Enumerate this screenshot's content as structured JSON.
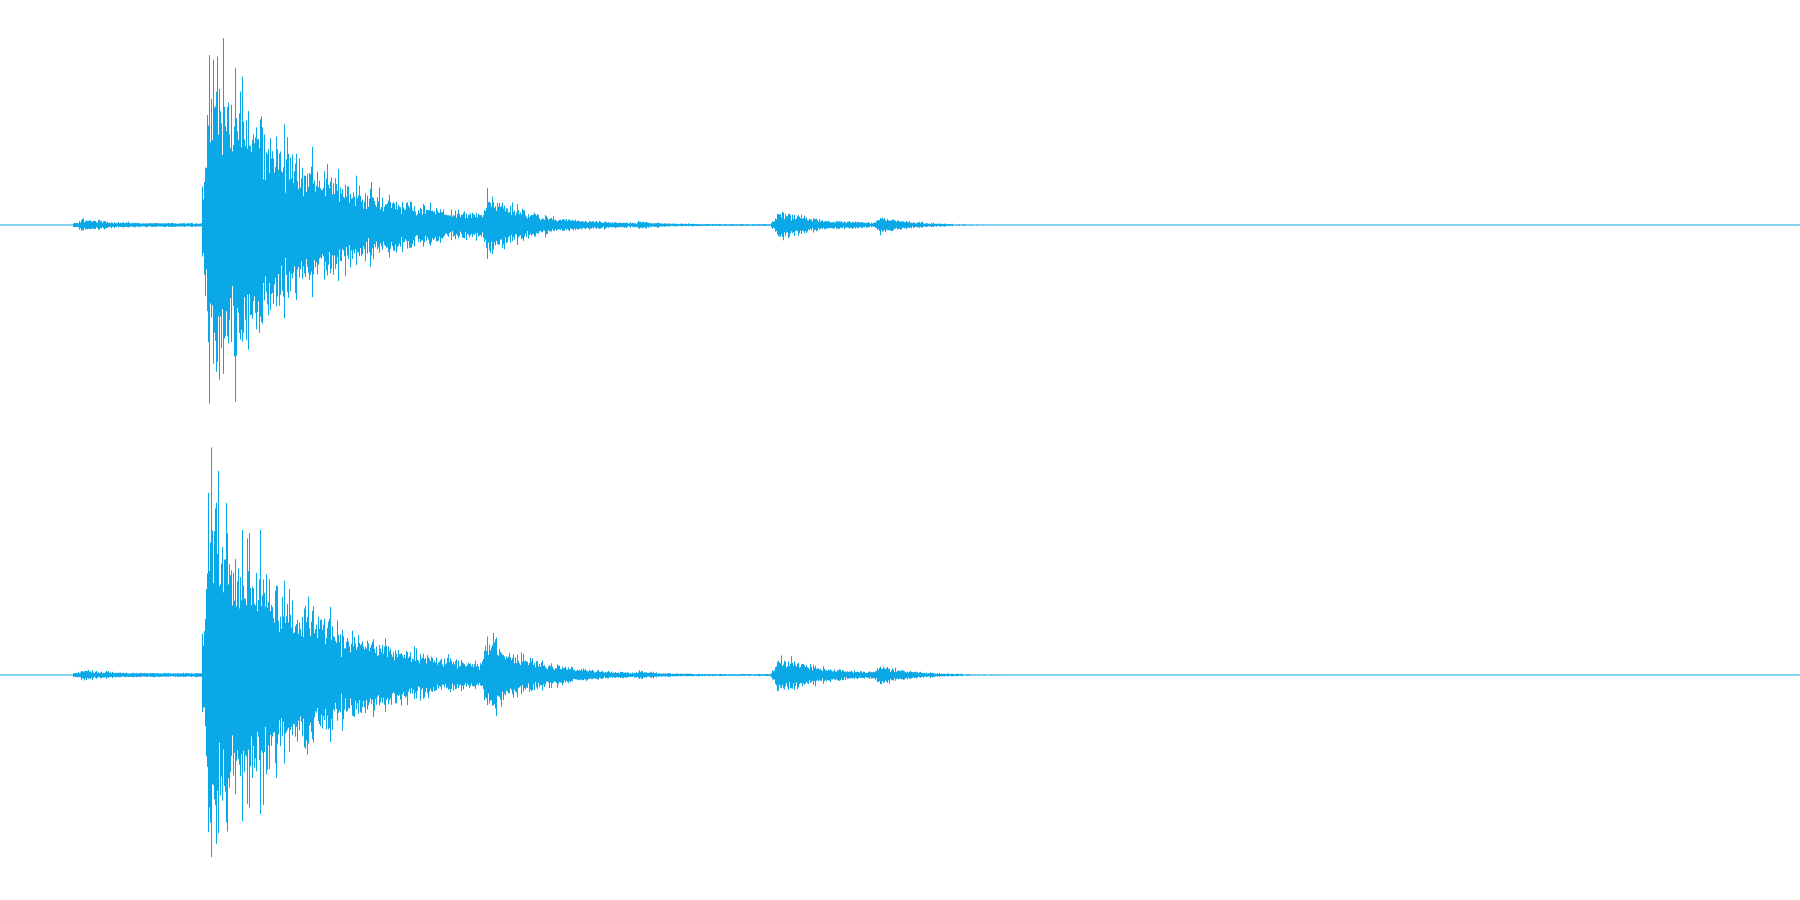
{
  "waveform": {
    "color": "#0aa8e6",
    "background": "#ffffff",
    "channels": [
      {
        "id": "left",
        "bursts": [
          {
            "t": 0.045,
            "amp": 0.035,
            "decay": 0.03
          },
          {
            "t": 0.116,
            "amp": 0.99,
            "decay": 0.055
          },
          {
            "t": 0.165,
            "amp": 0.03,
            "decay": 0.02
          },
          {
            "t": 0.195,
            "amp": 0.03,
            "decay": 0.02
          },
          {
            "t": 0.27,
            "amp": 0.18,
            "decay": 0.028
          },
          {
            "t": 0.355,
            "amp": 0.025,
            "decay": 0.015
          },
          {
            "t": 0.432,
            "amp": 0.08,
            "decay": 0.03
          },
          {
            "t": 0.488,
            "amp": 0.05,
            "decay": 0.02
          }
        ],
        "noise_floor": 0.008,
        "signal_end": 0.59
      },
      {
        "id": "right",
        "bursts": [
          {
            "t": 0.045,
            "amp": 0.03,
            "decay": 0.03
          },
          {
            "t": 0.116,
            "amp": 1.0,
            "decay": 0.055
          },
          {
            "t": 0.17,
            "amp": 0.03,
            "decay": 0.02
          },
          {
            "t": 0.2,
            "amp": 0.03,
            "decay": 0.02
          },
          {
            "t": 0.27,
            "amp": 0.23,
            "decay": 0.028
          },
          {
            "t": 0.355,
            "amp": 0.025,
            "decay": 0.015
          },
          {
            "t": 0.432,
            "amp": 0.1,
            "decay": 0.03
          },
          {
            "t": 0.488,
            "amp": 0.055,
            "decay": 0.02
          }
        ],
        "noise_floor": 0.008,
        "signal_end": 0.59
      }
    ]
  }
}
